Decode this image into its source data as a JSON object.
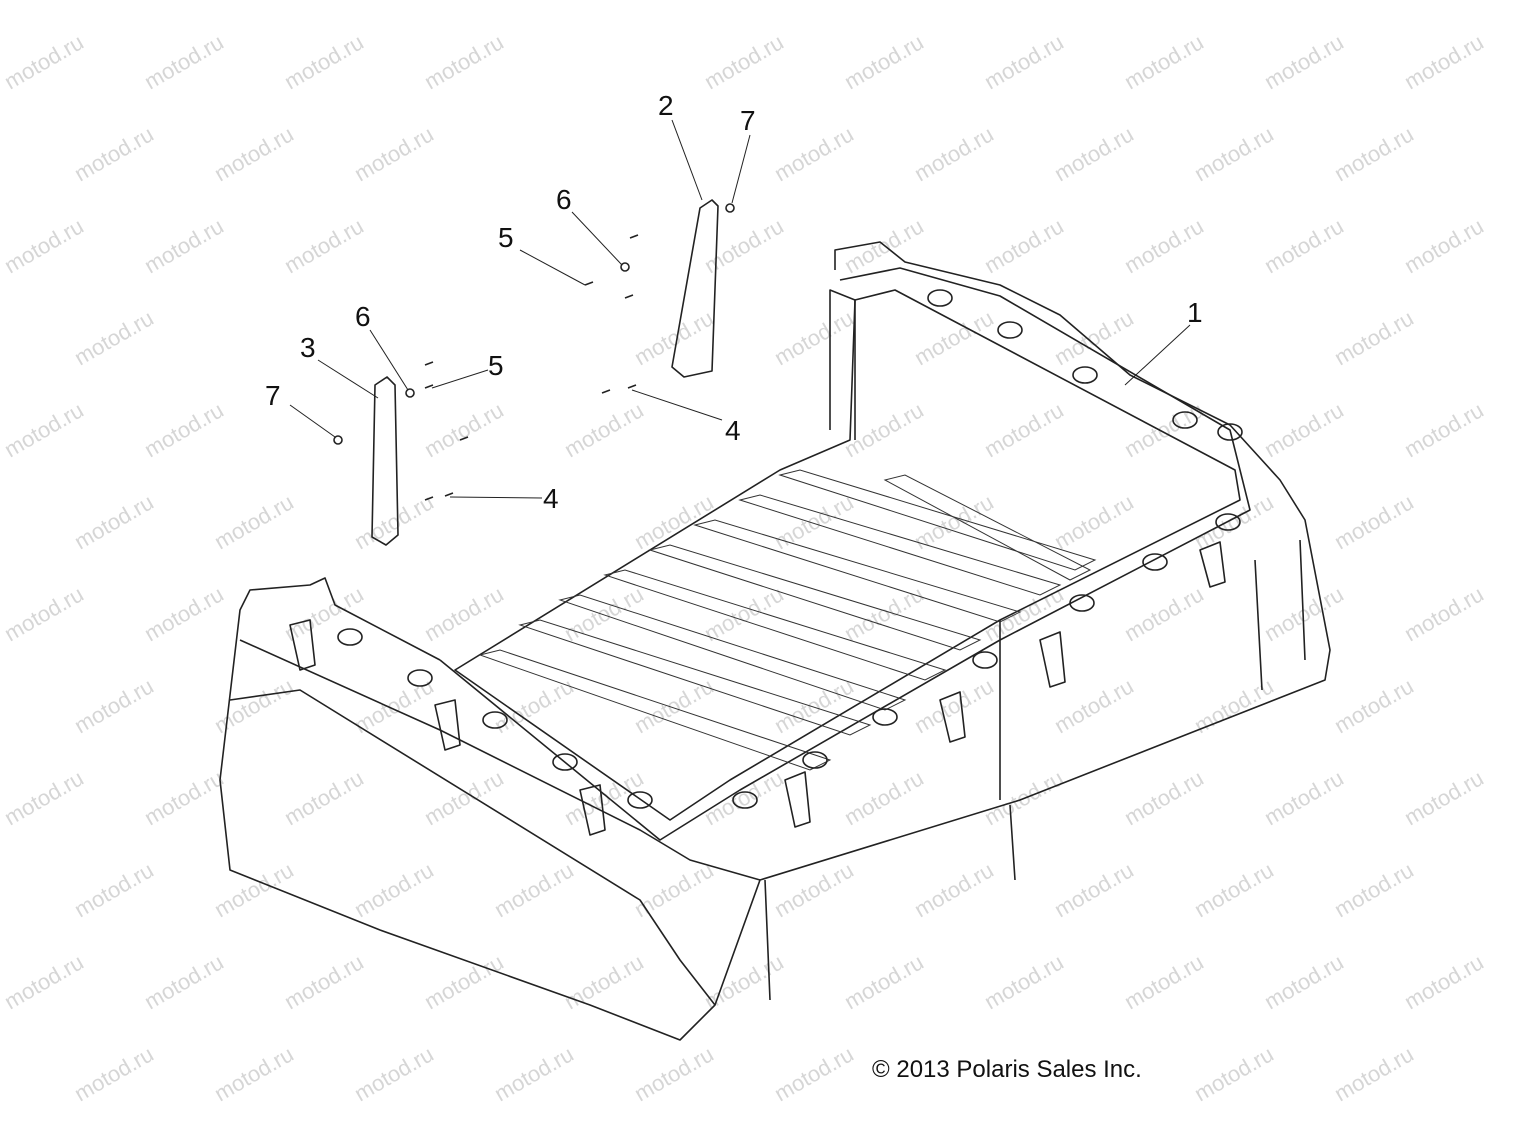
{
  "watermark": "motod.ru",
  "callouts": [
    {
      "label": "1",
      "part": "cargo-box"
    },
    {
      "label": "2",
      "part": "bracket-right"
    },
    {
      "label": "3",
      "part": "bracket-left"
    },
    {
      "label": "4",
      "part": "screw-lower-right"
    },
    {
      "label": "4",
      "part": "screw-lower-left"
    },
    {
      "label": "5",
      "part": "bolt-right"
    },
    {
      "label": "5",
      "part": "bolt-left"
    },
    {
      "label": "6",
      "part": "washer-right"
    },
    {
      "label": "6",
      "part": "washer-left"
    },
    {
      "label": "7",
      "part": "nut-right"
    },
    {
      "label": "7",
      "part": "nut-left"
    }
  ],
  "copyright": "© 2013 Polaris Sales Inc."
}
